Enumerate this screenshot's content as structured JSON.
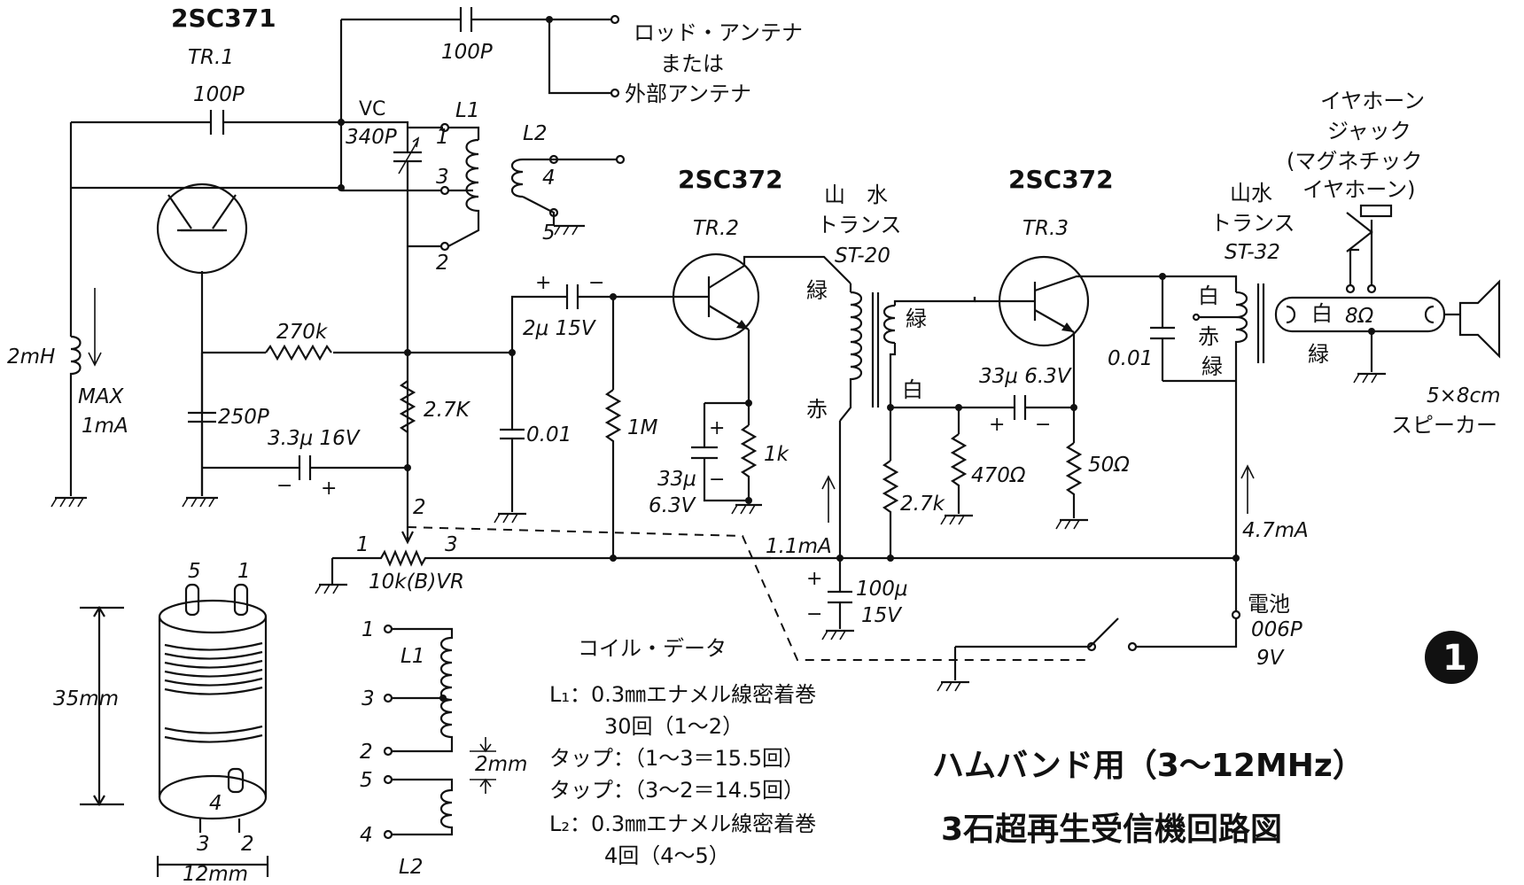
{
  "transistors": {
    "tr1": {
      "type": "2SC371",
      "name": "TR.1"
    },
    "tr2": {
      "type": "2SC372",
      "name": "TR.2"
    },
    "tr3": {
      "type": "2SC372",
      "name": "TR.3"
    }
  },
  "antenna": {
    "cap": "100P",
    "line1": "ロッド・アンテナ",
    "line2": "または",
    "line3": "外部アンテナ"
  },
  "components": {
    "c_fb": "100P",
    "vc": "VC",
    "vc_value": "340P",
    "l1": "L1",
    "l2": "L2",
    "rfc": "2mH",
    "max_current_1": "MAX",
    "max_current_2": "1mA",
    "r270k": "270k",
    "c250p": "250P",
    "r2k7": "2.7K",
    "c3u3": "3.3μ 16V",
    "c2u": "2μ 15V",
    "c001a": "0.01",
    "r1m": "1M",
    "c33u_a_1": "33μ",
    "c33u_a_2": "6.3V",
    "r1k": "1k",
    "vr": "10k(B)VR",
    "c33u_b": "33μ 6.3V",
    "r2k7b": "2.7k",
    "r470": "470Ω",
    "r50": "50Ω",
    "c001b": "0.01",
    "c100u_1": "100μ",
    "c100u_2": "15V",
    "i_tr2": "1.1mA",
    "i_total": "4.7mA"
  },
  "pins": {
    "p1": "1",
    "p2": "2",
    "p3": "3",
    "p4": "4",
    "p5": "5"
  },
  "transformer1": {
    "maker": "山　水",
    "kind": "トランス",
    "model": "ST-20",
    "pri_top": "緑",
    "pri_bot": "赤",
    "sec_top": "緑",
    "sec_bot": "白"
  },
  "transformer2": {
    "maker": "山水",
    "kind": "トランス",
    "model": "ST-32",
    "pri_top": "白",
    "pri_mid": "赤",
    "pri_bot": "緑",
    "sec_top": "白",
    "sec_bot": "緑",
    "imp": "8Ω"
  },
  "jack": {
    "line1": "イヤホーン",
    "line2": "ジャック",
    "line3": "(マグネチック",
    "line4": "イヤホーン)"
  },
  "speaker": {
    "size": "5×8cm",
    "name": "スピーカー"
  },
  "battery": {
    "name": "電池",
    "model": "006P",
    "voltage": "9V"
  },
  "figure_number": "1",
  "coil_drawing": {
    "height": "35mm",
    "width": "12mm",
    "gap": "2mm"
  },
  "coil_data": {
    "title": "コイル・データ",
    "line1": "L₁：0.3㎜エナメル線密着巻",
    "line2": "30回（1～2）",
    "line3": "タップ：（1～3＝15.5回）",
    "line4": "タップ：（3～2＝14.5回）",
    "line5": "L₂：0.3㎜エナメル線密着巻",
    "line6": "4回（4～5）"
  },
  "title": {
    "line1": "ハムバンド用（3～12MHz）",
    "line2": "3石超再生受信機回路図"
  }
}
